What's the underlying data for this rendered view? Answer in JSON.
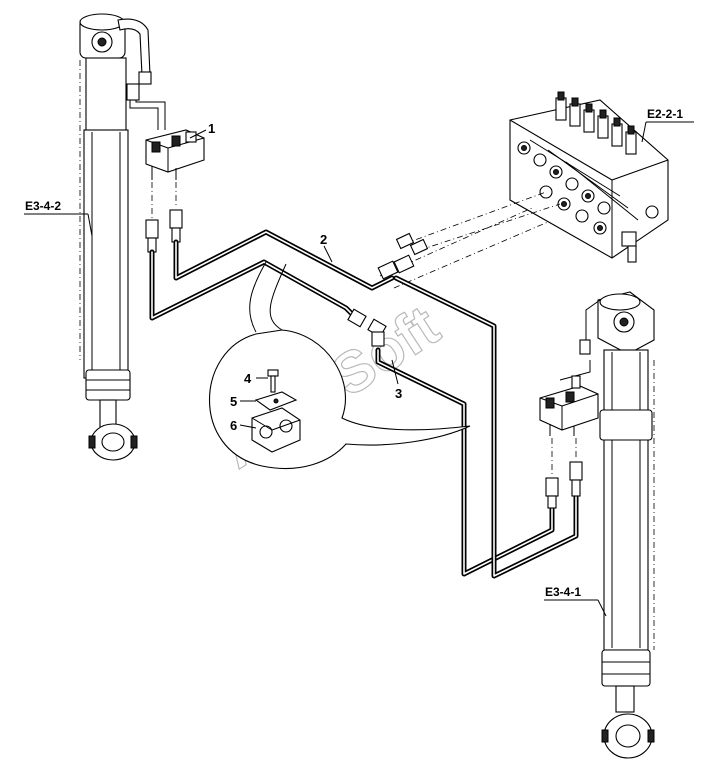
{
  "watermark": "AutoSoft",
  "callouts": {
    "c1": "1",
    "c2": "2",
    "c3": "3",
    "c4": "4",
    "c5": "5",
    "c6": "6"
  },
  "references": {
    "left_cylinder": "E3-4-2",
    "control_valve": "E2-2-1",
    "right_cylinder": "E3-4-1"
  }
}
